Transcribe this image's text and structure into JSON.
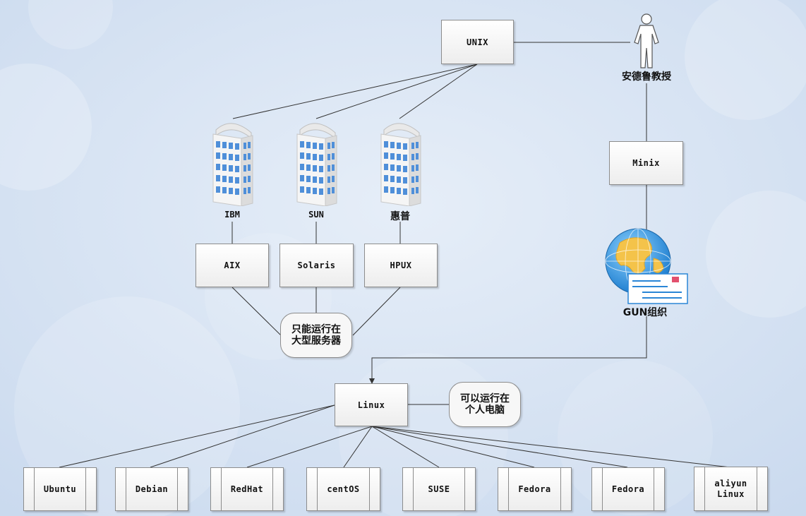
{
  "nodes": {
    "unix": "UNIX",
    "ibm": "IBM",
    "sun": "SUN",
    "hp": "惠普",
    "aix": "AIX",
    "solaris": "Solaris",
    "hpux": "HPUX",
    "professor": "安德鲁教授",
    "minix": "Minix",
    "gun": "GUN组织",
    "linux": "Linux"
  },
  "notes": {
    "server_only_line1": "只能运行在",
    "server_only_line2": "大型服务器",
    "pc_line1": "可以运行在",
    "pc_line2": "个人电脑"
  },
  "distros": [
    "Ubuntu",
    "Debian",
    "RedHat",
    "centOS",
    "SUSE",
    "Fedora",
    "Fedora"
  ],
  "aliyun": {
    "line1": "aliyun",
    "line2": "Linux"
  },
  "icons": {
    "building": "office-building-icon",
    "person": "person-icon",
    "globe": "globe-mail-icon"
  }
}
